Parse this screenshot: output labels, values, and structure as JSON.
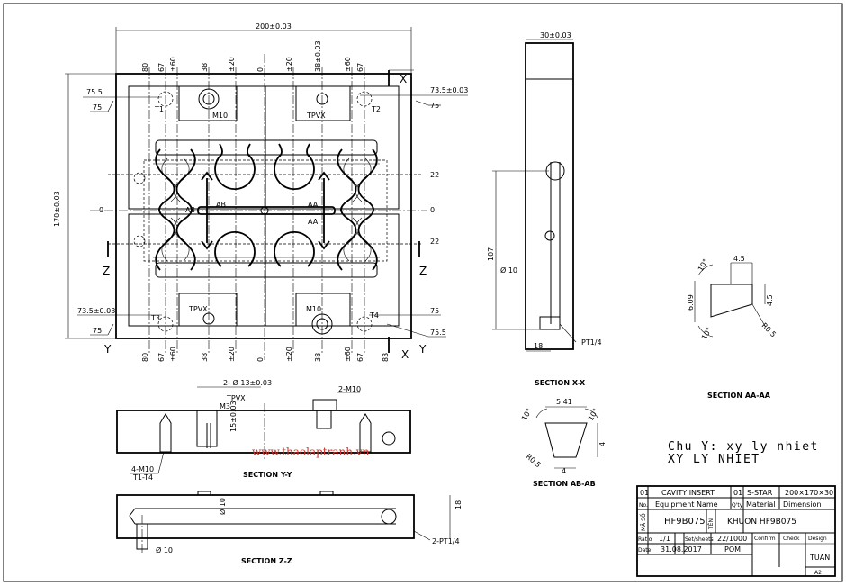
{
  "front": {
    "width_dim": "200±0.03",
    "height_dim": "170±0.03",
    "top_dims": [
      "80",
      "67",
      "±60",
      "38",
      "±20",
      "0",
      "±20",
      "38±0.03",
      "±60",
      "67"
    ],
    "bottom_dims": [
      "80",
      "67",
      "±60",
      "38",
      "±20",
      "0",
      "±20",
      "38",
      "±60",
      "67",
      "83"
    ],
    "left_labels": [
      "75.5",
      "75",
      "0",
      "73.5±0.03",
      "75"
    ],
    "right_labels": [
      "73.5±0.03",
      "75",
      "22",
      "0",
      "22",
      "75",
      "75.5"
    ],
    "hole_labels": [
      "M10",
      "TPVX",
      "T1",
      "T2",
      "TPVX",
      "M10",
      "T3",
      "T4"
    ],
    "section_marks": [
      "X",
      "Z",
      "Z",
      "Y",
      "X",
      "Y",
      "AB",
      "AB",
      "AA",
      "AA"
    ]
  },
  "sec_xx": {
    "top_dim": "30±0.03",
    "d10": "Ø 10",
    "h107": "107",
    "w18": "18",
    "pt": "PT1/4",
    "title": "SECTION X-X"
  },
  "sec_aa": {
    "w": "4.5",
    "h": "6.09",
    "h2": "4.5",
    "ang1": "10°",
    "ang2": "10°",
    "r": "R0.5",
    "title": "SECTION AA-AA"
  },
  "sec_yy": {
    "title": "SECTION Y-Y",
    "hole": "2- Ø 13±0.03",
    "tpvx": "TPVX",
    "m3": "M3",
    "d15": "15±0.03",
    "m10": "2-M10",
    "t1t4": "4-M10",
    "t1t4b": "T1-T4"
  },
  "sec_ab": {
    "title": "SECTION AB-AB",
    "w": "5.41",
    "h": "4",
    "b": "4",
    "ang1": "10°",
    "ang2": "10°",
    "r": "R0.5"
  },
  "sec_zz": {
    "title": "SECTION Z-Z",
    "d10": "Ø 10",
    "d10b": "Ø 10",
    "h18": "18",
    "pt": "2-PT1/4"
  },
  "note": {
    "line1": "Chu Y: xy ly nhiet",
    "line2": "XY LY NHIET"
  },
  "watermark": "www.thaolaptranh.vn",
  "title_block": {
    "r1": [
      "01",
      "CAVITY INSERT",
      "01",
      "S-STAR",
      "200×170×30"
    ],
    "r2": [
      "No.",
      "Equipment Name",
      "Q'ty",
      "Material",
      "Dimension"
    ],
    "code_label": "MÃ SỐ",
    "code": "HF9B075",
    "name_label": "TÊN",
    "name": "KHUON HF9B075",
    "ratio_label": "Ratio",
    "ratio": "1/1",
    "sets_label": "Set/sheets",
    "sets": "22/1000",
    "date_label": "Date",
    "date": "31.08.2017",
    "pom": "POM",
    "confirm": "Confirm",
    "check": "Check",
    "design": "Design",
    "designer": "TUAN",
    "size": "A2"
  }
}
